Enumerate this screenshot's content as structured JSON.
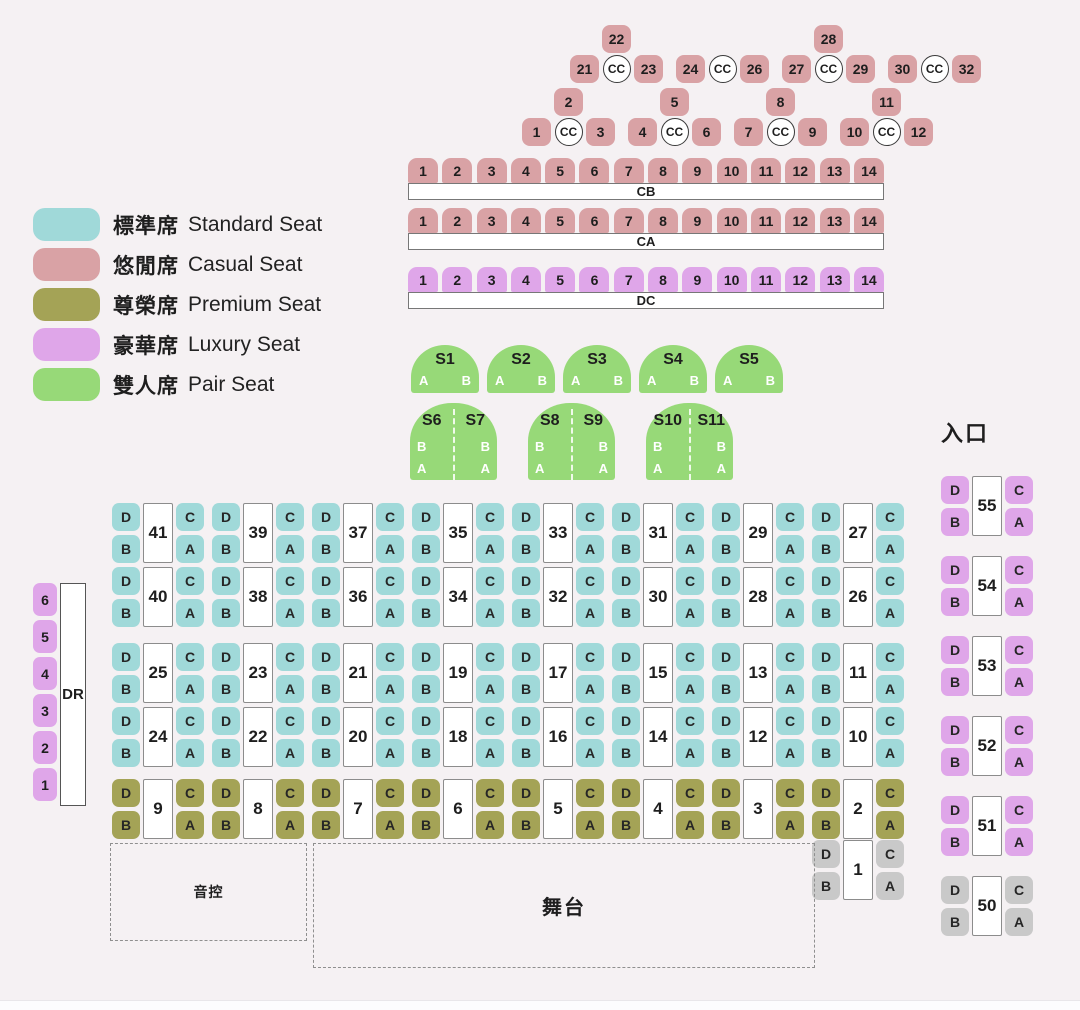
{
  "colors": {
    "standard": "#a0d9d9",
    "casual": "#d9a2a5",
    "premium": "#a4a356",
    "luxury": "#dfa6e9",
    "pair": "#97d978",
    "gray": "#c9c9c9",
    "background": "#f5f1f3"
  },
  "legend": {
    "items": [
      {
        "zh": "標準席",
        "en": "Standard Seat",
        "color_key": "standard"
      },
      {
        "zh": "悠閒席",
        "en": "Casual Seat",
        "color_key": "casual"
      },
      {
        "zh": "尊榮席",
        "en": "Premium Seat",
        "color_key": "premium"
      },
      {
        "zh": "豪華席",
        "en": "Luxury Seat",
        "color_key": "luxury"
      },
      {
        "zh": "雙人席",
        "en": "Pair Seat",
        "color_key": "pair"
      }
    ]
  },
  "top_cluster": {
    "cc_label": "CC",
    "rows": [
      {
        "groups": [
          {
            "above": "22",
            "left": "21",
            "right": "23"
          },
          {
            "above": "",
            "left": "24",
            "right": "26"
          },
          {
            "above": "28",
            "left": "27",
            "right": "29"
          },
          {
            "above": "",
            "left": "30",
            "right": "32"
          }
        ]
      },
      {
        "groups": [
          {
            "above": "2",
            "left": "1",
            "right": "3"
          },
          {
            "above": "5",
            "left": "4",
            "right": "6"
          },
          {
            "above": "8",
            "left": "7",
            "right": "9"
          },
          {
            "above": "11",
            "left": "10",
            "right": "12"
          }
        ]
      }
    ]
  },
  "letter_rows": [
    {
      "label": "CB",
      "color_key": "casual",
      "seats": [
        "1",
        "2",
        "3",
        "4",
        "5",
        "6",
        "7",
        "8",
        "9",
        "10",
        "11",
        "12",
        "13",
        "14"
      ]
    },
    {
      "label": "CA",
      "color_key": "casual",
      "seats": [
        "1",
        "2",
        "3",
        "4",
        "5",
        "6",
        "7",
        "8",
        "9",
        "10",
        "11",
        "12",
        "13",
        "14"
      ]
    },
    {
      "label": "DC",
      "color_key": "luxury",
      "seats": [
        "1",
        "2",
        "3",
        "4",
        "5",
        "6",
        "7",
        "8",
        "9",
        "10",
        "11",
        "12",
        "13",
        "14"
      ]
    }
  ],
  "pair_seats": {
    "singles": [
      {
        "id": "S1",
        "left": "A",
        "right": "B"
      },
      {
        "id": "S2",
        "left": "A",
        "right": "B"
      },
      {
        "id": "S3",
        "left": "A",
        "right": "B"
      },
      {
        "id": "S4",
        "left": "A",
        "right": "B"
      },
      {
        "id": "S5",
        "left": "A",
        "right": "B"
      }
    ],
    "doubles": [
      {
        "left_id": "S6",
        "right_id": "S7"
      },
      {
        "left_id": "S8",
        "right_id": "S9"
      },
      {
        "left_id": "S10",
        "right_id": "S11"
      }
    ],
    "double_letters": [
      "B",
      "A"
    ]
  },
  "main_grid": {
    "seat_letters": {
      "tl": "D",
      "bl": "B",
      "tr": "C",
      "br": "A"
    },
    "rows": [
      {
        "color_key": "standard",
        "tables": [
          "41",
          "39",
          "37",
          "35",
          "33",
          "31",
          "29",
          "27"
        ]
      },
      {
        "color_key": "standard",
        "tables": [
          "40",
          "38",
          "36",
          "34",
          "32",
          "30",
          "28",
          "26"
        ]
      },
      {
        "color_key": "standard",
        "tables": [
          "25",
          "23",
          "21",
          "19",
          "17",
          "15",
          "13",
          "11"
        ]
      },
      {
        "color_key": "standard",
        "tables": [
          "24",
          "22",
          "20",
          "18",
          "16",
          "14",
          "12",
          "10"
        ]
      },
      {
        "color_key": "premium",
        "tables": [
          "9",
          "8",
          "7",
          "6",
          "5",
          "4",
          "3",
          "2"
        ]
      }
    ],
    "unit_below_2": {
      "table": "1",
      "color_key": "gray"
    }
  },
  "left_section": {
    "dr": "DR",
    "seats": [
      "6",
      "5",
      "4",
      "3",
      "2",
      "1"
    ]
  },
  "right_section": {
    "entrance": "入口",
    "units": [
      {
        "table": "55",
        "color_key": "luxury"
      },
      {
        "table": "54",
        "color_key": "luxury"
      },
      {
        "table": "53",
        "color_key": "luxury"
      },
      {
        "table": "52",
        "color_key": "luxury"
      },
      {
        "table": "51",
        "color_key": "luxury"
      },
      {
        "table": "50",
        "color_key": "gray"
      }
    ]
  },
  "areas": {
    "sound": "音控",
    "stage": "舞台"
  }
}
